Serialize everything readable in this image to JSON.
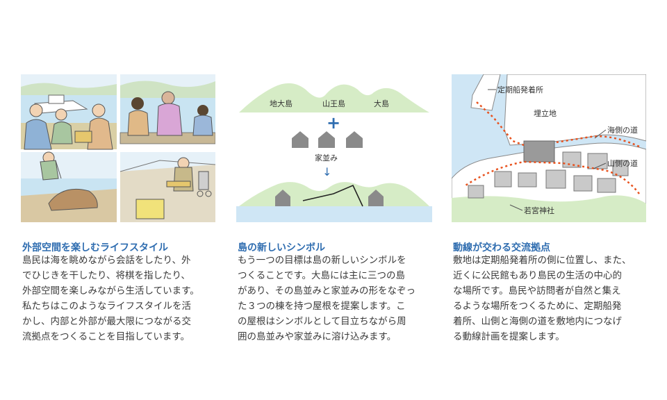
{
  "columns": [
    {
      "heading": "外部空間を楽しむライフスタイル",
      "lines": [
        "島民は海を眺めながら会話をしたり、外",
        "でひじきを干したり、将棋を指したり、",
        "外部空間を楽しみながら生活しています。",
        "私たちはこのようなライフスタイルを活",
        "かし、内部と外部が最大限につながる交",
        "流拠点をつくることを目指しています。"
      ]
    },
    {
      "heading": "島の新しいシンボル",
      "lines": [
        "もう一つの目標は島の新しいシンボルを",
        "つくることです。大島には主に三つの島",
        "があり、その島並みと家並みの形をなぞっ",
        "た３つの棟を持つ屋根を提案します。こ",
        "の屋根はシンボルとして目立ちながら周",
        "囲の島並みや家並みに溶け込みます。"
      ]
    },
    {
      "heading": "動線が交わる交流拠点",
      "lines": [
        "敷地は定期船発着所の側に位置し、また、",
        "近くに公民館もあり島民の生活の中心的",
        "な場所です。島民や訪問者が自然と集え",
        "るような場所をつくるために、定期船発",
        "着所、山側と海側の道を敷地内につなげ",
        "る動線計画を提案します。"
      ]
    }
  ],
  "symbol_diagram": {
    "islands": [
      "地大島",
      "山王島",
      "大島"
    ],
    "plus": "+",
    "houses_label": "家並み",
    "arrow": "↓"
  },
  "map": {
    "ferry_label": "定期船発着所",
    "reclaimed_label": "埋立地",
    "sea_road_label": "海側の道",
    "mountain_road_label": "山側の道",
    "shrine_label": "若宮神社"
  },
  "colors": {
    "heading": "#2f6db0",
    "sea": "#cfe6f5",
    "island": "#d6ecc6",
    "route": "#e8521e",
    "building": "#9a9a9a"
  }
}
